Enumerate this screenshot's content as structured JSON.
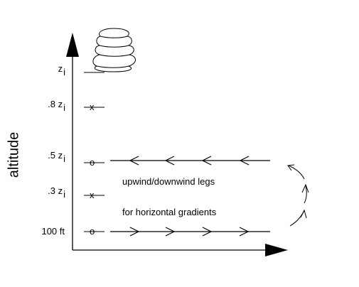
{
  "axis_title": "altitude",
  "levels": [
    {
      "pre": "",
      "sym": "z",
      "sub": "i",
      "mark": ""
    },
    {
      "pre": ".8 ",
      "sym": "z",
      "sub": "i",
      "mark": "x"
    },
    {
      "pre": ".5 ",
      "sym": "z",
      "sub": "i",
      "mark": "o"
    },
    {
      "pre": ".3 ",
      "sym": "z",
      "sub": "i",
      "mark": "x"
    },
    {
      "pre": "100 ft",
      "sym": "",
      "sub": "",
      "mark": "o"
    }
  ],
  "annotations": {
    "line1": "upwind/downwind legs",
    "line2": "for horizontal gradients"
  },
  "colors": {
    "ink": "#000000",
    "background": "#ffffff"
  },
  "icons": {
    "cloud": "cumulus-cloud-icon"
  }
}
